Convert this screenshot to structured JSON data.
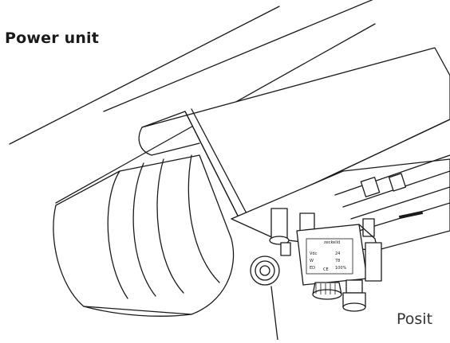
{
  "title": "Power unit",
  "callout_label": "Posit",
  "label_plate": {
    "brand": "zeckelid",
    "rows": [
      "Vdc",
      "W",
      "ED"
    ],
    "values": [
      "24",
      "78",
      "100%"
    ],
    "mark": "CE"
  }
}
